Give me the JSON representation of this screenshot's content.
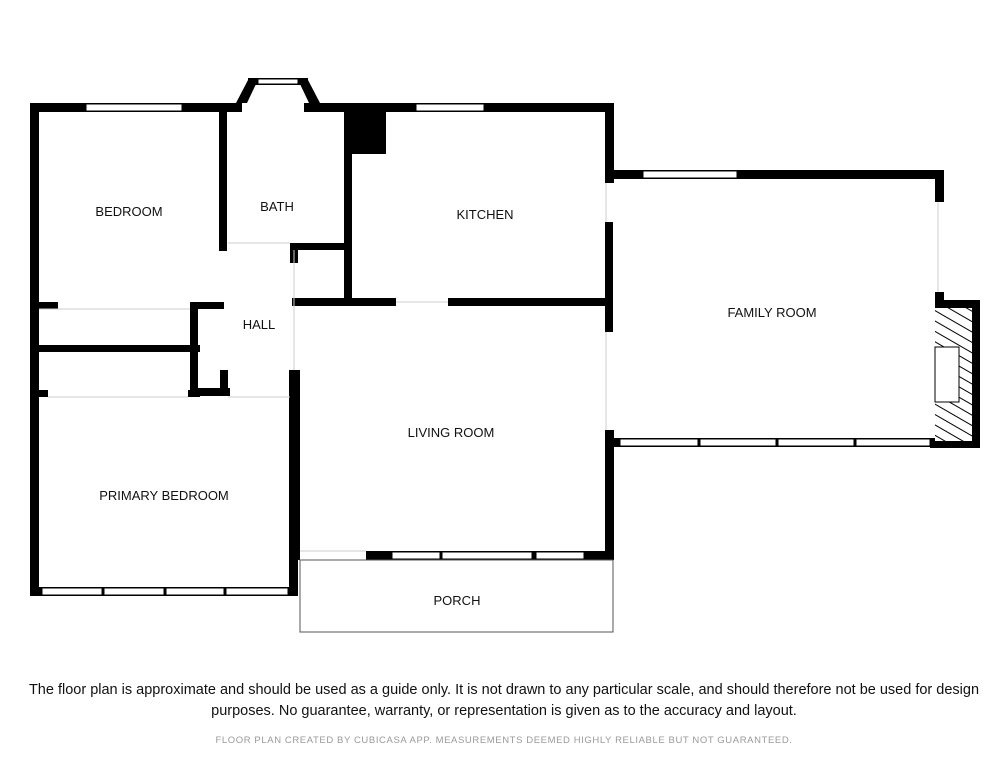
{
  "rooms": {
    "bedroom": "BEDROOM",
    "bath": "BATH",
    "kitchen": "KITCHEN",
    "family_room": "FAMILY ROOM",
    "hall": "HALL",
    "living_room": "LIVING ROOM",
    "primary_bedroom": "PRIMARY BEDROOM",
    "porch": "PORCH"
  },
  "disclaimer": {
    "line1": "The floor plan is approximate and should be used as a guide only. It is not drawn to any particular scale, and should therefore not be used for design",
    "line2": "purposes. No guarantee, warranty, or representation is given as to the accuracy and layout."
  },
  "credit": "FLOOR PLAN CREATED BY CUBICASA APP. MEASUREMENTS DEEMED HIGHLY RELIABLE BUT NOT GUARANTEED.",
  "colors": {
    "wall": "#000000",
    "window": "#ffffff",
    "background": "#ffffff",
    "hatch": "#000000"
  }
}
